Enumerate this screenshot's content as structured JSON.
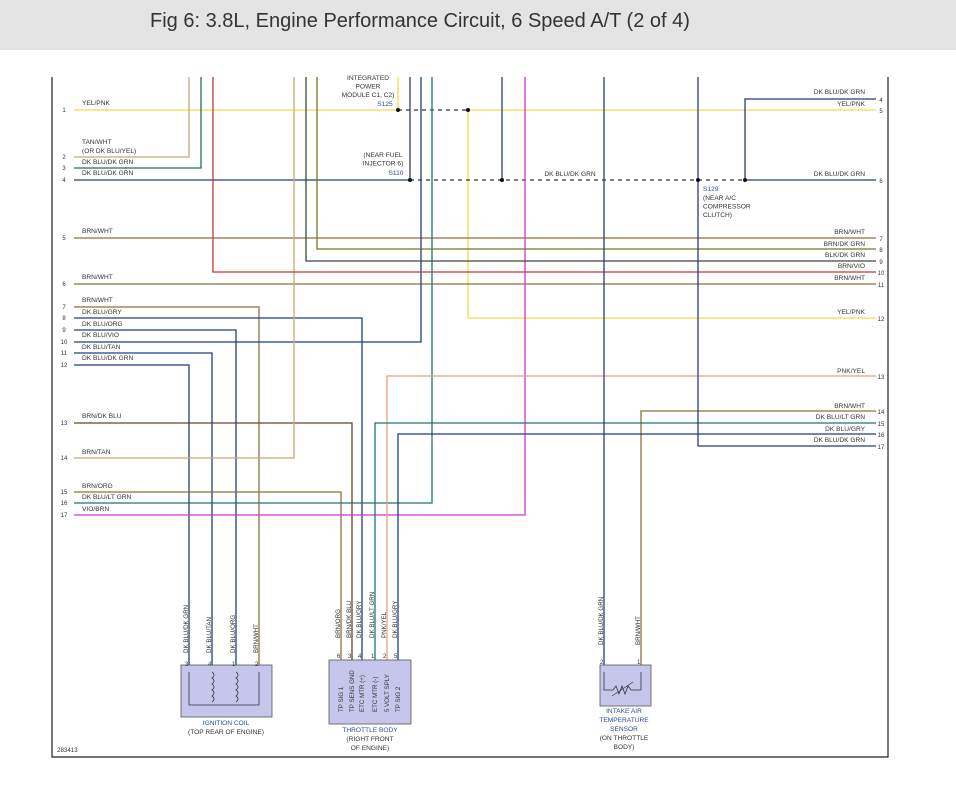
{
  "title": "Fig 6: 3.8L, Engine Performance Circuit, 6 Speed A/T (2 of 4)",
  "figure_id": "283413",
  "colors": {
    "yellow": "#f3db4d",
    "tan": "#c7a879",
    "green": "#217453",
    "blue": "#1e3f83",
    "brown": "#8c7237",
    "brown_dk": "#5c4a1e",
    "blk": "#3a4a3a",
    "red": "#c03a3a",
    "orange": "#e8a07a",
    "violet": "#7a3fc0",
    "magenta": "#d633d6",
    "teal": "#1f7574",
    "olive": "#6d7a2a",
    "navy": "#253e78",
    "sensor": "#c6c6ec"
  },
  "left_pins": [
    {
      "n": "1",
      "label": "YEL/PNK"
    },
    {
      "n": "2",
      "label": "TAN/WHT"
    },
    {
      "n": "3",
      "label": "DK BLU/DK GRN"
    },
    {
      "n": "4",
      "label": "DK BLU/DK GRN"
    },
    {
      "n": "5",
      "label": "BRN/WHT"
    },
    {
      "n": "6",
      "label": "BRN/WHT"
    },
    {
      "n": "7",
      "label": "BRN/WHT"
    },
    {
      "n": "8",
      "label": "DK BLU/GRY"
    },
    {
      "n": "9",
      "label": "DK BLU/ORG"
    },
    {
      "n": "10",
      "label": "DK BLU/VIO"
    },
    {
      "n": "11",
      "label": "DK BLU/TAN"
    },
    {
      "n": "12",
      "label": "DK BLU/DK GRN"
    },
    {
      "n": "13",
      "label": "BRN/DK BLU"
    },
    {
      "n": "14",
      "label": "BRN/TAN"
    },
    {
      "n": "15",
      "label": "BRN/ORG"
    },
    {
      "n": "16",
      "label": "DK BLU/LT GRN"
    },
    {
      "n": "17",
      "label": "VIO/BRN"
    }
  ],
  "left_pin2_sublabel": "(OR DK BLU/YEL)",
  "right_pins": [
    {
      "n": "4",
      "label": "DK BLU/DK GRN"
    },
    {
      "n": "5",
      "label": "YEL/PNK"
    },
    {
      "n": "6",
      "label": "DK BLU/DK GRN"
    },
    {
      "n": "7",
      "label": "BRN/WHT"
    },
    {
      "n": "8",
      "label": "BRN/DK GRN"
    },
    {
      "n": "9",
      "label": "BLK/DK GRN"
    },
    {
      "n": "10",
      "label": "BRN/VIO"
    },
    {
      "n": "11",
      "label": "BRN/WHT"
    },
    {
      "n": "12",
      "label": "YEL/PNK"
    },
    {
      "n": "13",
      "label": "PNK/YEL"
    },
    {
      "n": "14",
      "label": "BRN/WHT"
    },
    {
      "n": "15",
      "label": "DK BLU/LT GRN"
    },
    {
      "n": "16",
      "label": "DK BLU/GRY"
    },
    {
      "n": "17",
      "label": "DK BLU/DK GRN"
    }
  ],
  "mid_wire_label": "DK BLU/DK GRN",
  "splices": {
    "s125": {
      "lines": [
        "INTEGRATED",
        "POWER",
        "MODULE C1, C2)"
      ],
      "id": "S125"
    },
    "s110": {
      "lines": [
        "(NEAR FUEL",
        "INJECTOR 6)"
      ],
      "id": "S110"
    },
    "s129": {
      "id": "S129",
      "lines": [
        "(NEAR A/C",
        "COMPRESSOR",
        "CLUTCH)"
      ]
    }
  },
  "ignition_coil": {
    "name": [
      "IGNITION COIL",
      "(TOP REAR OF ENGINE)"
    ],
    "wires": [
      "DK BLU/DK GRN",
      "DK BLU/TAN",
      "DK BLU/ORG",
      "BRN/WHT"
    ],
    "pins": [
      "3",
      "4",
      "1",
      "2"
    ]
  },
  "throttle_body": {
    "name": [
      "THROTTLE BODY",
      "(RIGHT FRONT",
      "OF ENGINE)"
    ],
    "wires": [
      "BRN/ORG",
      "BRN/DK BLU",
      "DK BLU/GRY",
      "DK BLU/LT GRN",
      "PNK/YEL",
      "DK BLU/GRY"
    ],
    "pins": [
      "6",
      "3",
      "4",
      "1",
      "2",
      "5"
    ],
    "functions": [
      "TP SIG 1",
      "TP SENS GND",
      "ETC MTR (+)",
      "ETC MTR (-)",
      "5 VOLT SPLY",
      "TP SIG 2"
    ]
  },
  "iat_sensor": {
    "name": [
      "INTAKE AIR",
      "TEMPERATURE",
      "SENSOR",
      "(ON THROTTLE",
      "BODY)"
    ],
    "wires": [
      "DK BLU/DK GRN",
      "BRN/WHT"
    ],
    "pins": [
      "2",
      "1"
    ]
  }
}
